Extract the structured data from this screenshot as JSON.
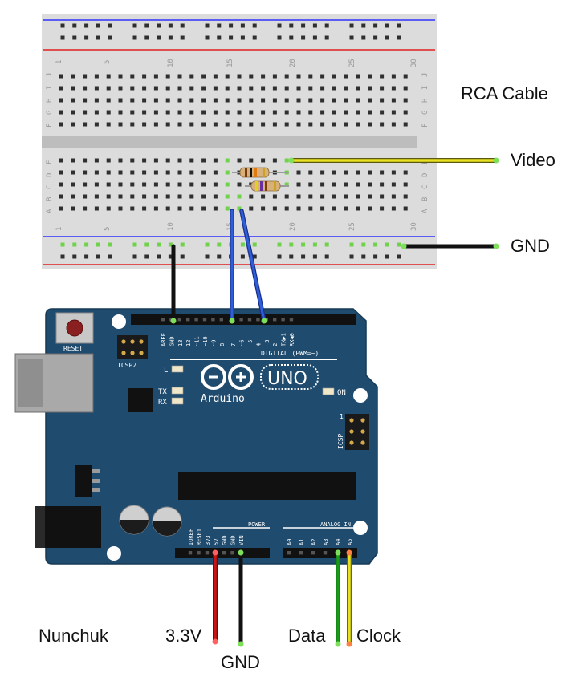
{
  "labels": {
    "rca_cable": "RCA Cable",
    "video": "Video",
    "gnd_rca": "GND",
    "nunchuk": "Nunchuk",
    "v33": "3.3V",
    "gnd_nunchuk": "GND",
    "data": "Data",
    "clock": "Clock"
  },
  "breadboard": {
    "col_numbers": [
      "1",
      "5",
      "10",
      "15",
      "20",
      "25",
      "30"
    ],
    "row_letters_top": [
      "J",
      "I",
      "H",
      "G",
      "F"
    ],
    "row_letters_bottom": [
      "E",
      "D",
      "C",
      "B",
      "A"
    ]
  },
  "arduino": {
    "reset": "RESET",
    "icsp2": "ICSP2",
    "icsp": "ICSP",
    "digital_label": "DIGITAL (PWM=~)",
    "digital_pins": [
      "AREF",
      "GND",
      "13",
      "12",
      "~11",
      "~10",
      "~9",
      "8",
      "7",
      "~6",
      "~5",
      "4",
      "~3",
      "2",
      "TX▶1",
      "RX◀0"
    ],
    "led_l": "L",
    "led_tx": "TX",
    "led_rx": "RX",
    "on": "ON",
    "brand": "Arduino",
    "model": "UNO",
    "power_label": "POWER",
    "power_pins": [
      "IOREF",
      "RESET",
      "3V3",
      "5V",
      "GND",
      "GND",
      "VIN"
    ],
    "analog_label": "ANALOG IN",
    "analog_pins": [
      "A0",
      "A1",
      "A2",
      "A3",
      "A4",
      "A5"
    ],
    "icsp_one": "1"
  },
  "colors": {
    "board": "#1f4b6e",
    "breadboard": "#dcdcdc",
    "wire_blue": "#2350c8",
    "wire_black": "#111111",
    "wire_red": "#c81414",
    "wire_green": "#1a9c1a",
    "wire_yellow": "#e8e020",
    "connect_dot": "#7ee05a"
  }
}
